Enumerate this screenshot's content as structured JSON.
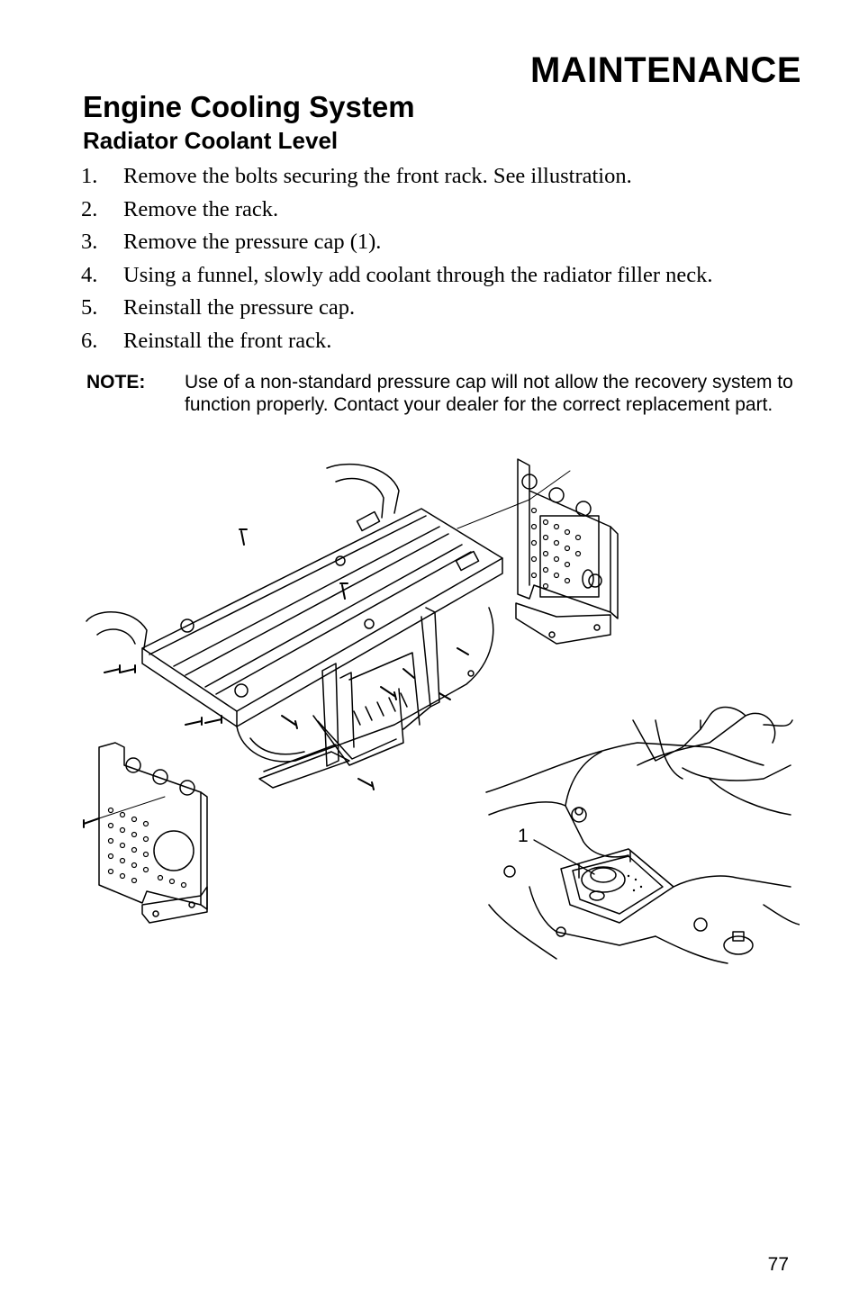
{
  "header": {
    "section": "MAINTENANCE"
  },
  "content": {
    "title": "Engine Cooling System",
    "subtitle": "Radiator Coolant Level",
    "steps": [
      {
        "num": "1.",
        "text": "Remove the bolts securing the front rack. See illustration."
      },
      {
        "num": "2.",
        "text": "Remove the rack."
      },
      {
        "num": "3.",
        "text": "Remove the pressure cap (1)."
      },
      {
        "num": "4.",
        "text": "Using a funnel, slowly add coolant through the radiator filler neck."
      },
      {
        "num": "5.",
        "text": "Reinstall the pressure cap."
      },
      {
        "num": "6.",
        "text": "Reinstall the front rack."
      }
    ],
    "note": {
      "label": "NOTE:",
      "text": "Use of a non-standard pressure cap will not allow the recovery system to function properly.  Contact your dealer for the correct replacement part."
    }
  },
  "illustration": {
    "callout": "1"
  },
  "footer": {
    "page_number": "77"
  }
}
